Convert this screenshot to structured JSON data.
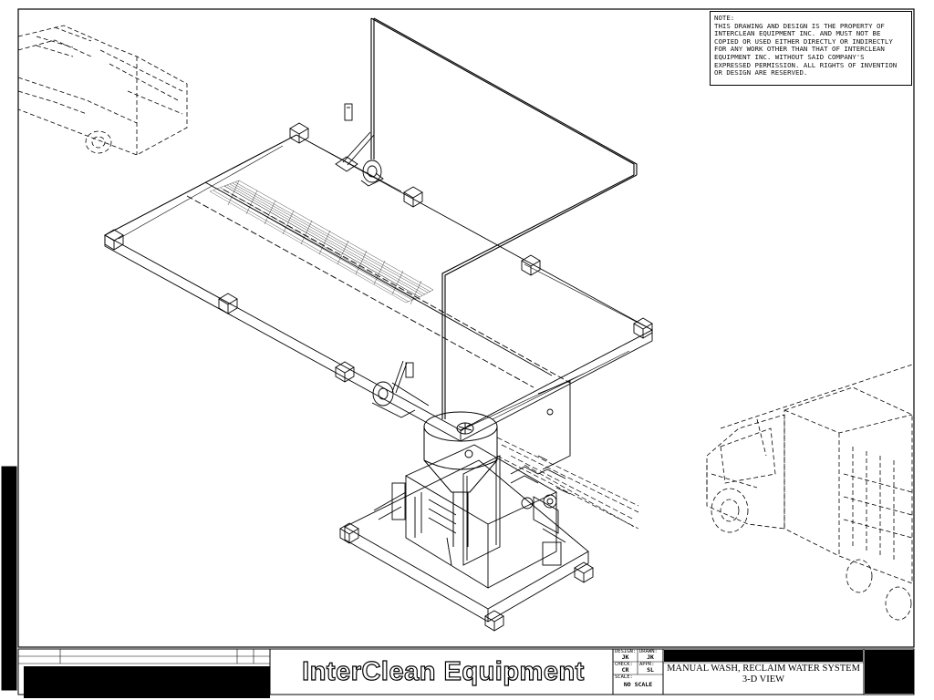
{
  "note": {
    "lines": [
      "NOTE:",
      "THIS DRAWING AND DESIGN IS THE PROPERTY OF",
      "INTERCLEAN EQUIPMENT INC. AND MUST NOT BE",
      "COPIED OR USED EITHER DIRECTLY OR INDIRECTLY",
      "FOR ANY WORK OTHER THAN THAT OF INTERCLEAN",
      "EQUIPMENT INC. WITHOUT SAID COMPANY'S",
      "EXPRESSED PERMISSION. ALL RIGHTS OF INVENTION",
      "OR DESIGN ARE RESERVED."
    ]
  },
  "title_block": {
    "company": "InterClean Equipment",
    "design_label": "DESIGN:",
    "design_value": "JK",
    "drawn_label": "DRAWN:",
    "drawn_value": "JK",
    "check_label": "CHECK:",
    "check_value": "CR",
    "appr_label": "APPR:",
    "appr_value": "SL",
    "scale_label": "SCALE:",
    "scale_value": "NO SCALE",
    "title_line1": "MANUAL WASH, RECLAIM WATER SYSTEM",
    "title_line2": "3-D VIEW"
  }
}
